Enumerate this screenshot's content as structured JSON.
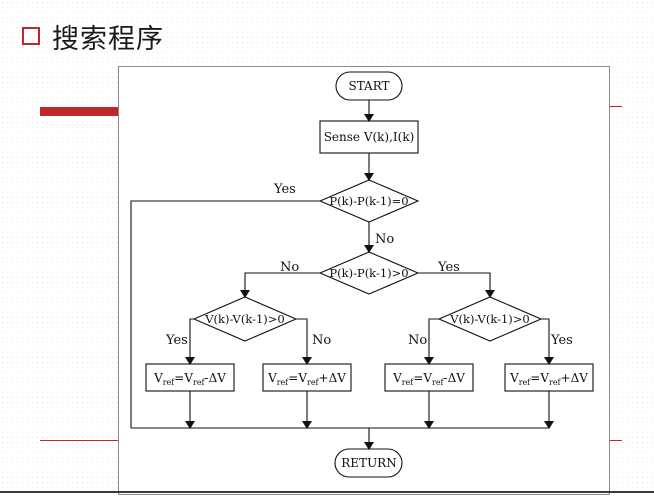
{
  "slide": {
    "title": "搜索程序"
  },
  "flowchart": {
    "start": "START",
    "sense": "Sense V(k),I(k)",
    "decision_dp_zero": "P(k)-P(k-1)=0",
    "decision_dp_positive": "P(k)-P(k-1)>0",
    "decision_dv_left": "V(k)-V(k-1)>0",
    "decision_dv_right": "V(k)-V(k-1)>0",
    "label_yes_top": "Yes",
    "label_no_top": "No",
    "label_no_dp": "No",
    "label_yes_dp": "Yes",
    "label_yes_ll": "Yes",
    "label_no_lr": "No",
    "label_no_rl": "No",
    "label_yes_rr": "Yes",
    "box1": {
      "base": "V",
      "sub": "ref",
      "eq": "=V",
      "sub2": "ref",
      "tail": "-ΔV"
    },
    "box2": {
      "base": "V",
      "sub": "ref",
      "eq": "=V",
      "sub2": "ref",
      "tail": "+ΔV"
    },
    "box3": {
      "base": "V",
      "sub": "ref",
      "eq": "=V",
      "sub2": "ref",
      "tail": "-ΔV"
    },
    "box4": {
      "base": "V",
      "sub": "ref",
      "eq": "=V",
      "sub2": "ref",
      "tail": "+ΔV"
    },
    "return": "RETURN"
  }
}
